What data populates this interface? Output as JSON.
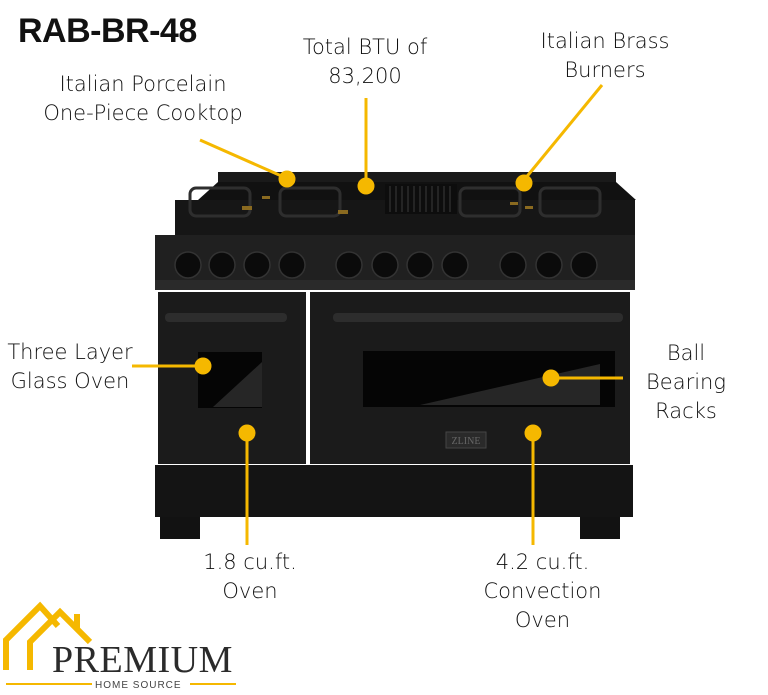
{
  "title": "RAB-BR-48",
  "callouts": {
    "cooktop": {
      "lines": [
        "Italian Porcelain",
        "One-Piece Cooktop"
      ]
    },
    "btu": {
      "lines": [
        "Total BTU of",
        "83,200"
      ]
    },
    "burners": {
      "lines": [
        "Italian Brass",
        "Burners"
      ]
    },
    "glass": {
      "lines": [
        "Three Layer",
        "Glass Oven"
      ]
    },
    "racks": {
      "lines": [
        "Ball",
        "Bearing",
        "Racks"
      ]
    },
    "small_oven": {
      "lines": [
        "1.8 cu.ft.",
        "Oven"
      ]
    },
    "large_oven": {
      "lines": [
        "4.2 cu.ft.",
        "Convection",
        "Oven"
      ]
    }
  },
  "product": {
    "brand_badge": "ZLINE"
  },
  "logo": {
    "word": "PREMIUM",
    "sub": "HOME SOURCE"
  },
  "colors": {
    "accent": "#F5B800",
    "range_body": "#1c1c1c",
    "text": "#111111"
  }
}
